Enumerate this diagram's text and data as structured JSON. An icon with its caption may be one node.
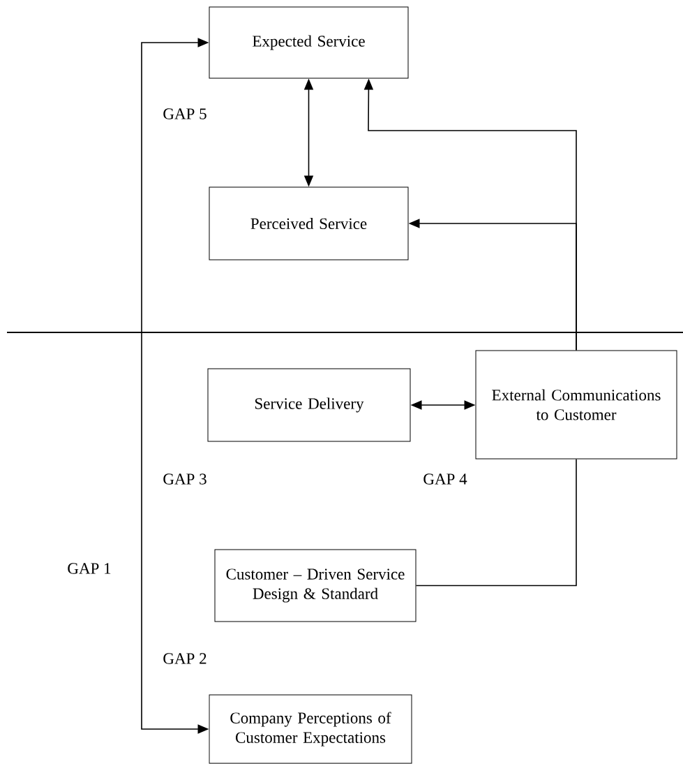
{
  "diagram": {
    "nodes": [
      {
        "text": [
          "Expected Service"
        ]
      },
      {
        "text": [
          "Perceived Service"
        ]
      },
      {
        "text": [
          "Service Delivery"
        ]
      },
      {
        "text": [
          "External Communications to Customer"
        ]
      },
      {
        "text": [
          "Customer – Driven Service Design & Standard"
        ]
      },
      {
        "text": [
          "Company Perceptions of Customer Expectations"
        ]
      }
    ],
    "edges": [
      {
        "from": 0,
        "to": 1,
        "arrow": "both"
      },
      {
        "from": 3,
        "to": 0,
        "arrow": "to"
      },
      {
        "from": 3,
        "to": 1,
        "arrow": "to"
      },
      {
        "from": 2,
        "to": 3,
        "arrow": "both"
      },
      {
        "from": 4,
        "to": 3,
        "arrow": "none"
      },
      {
        "from": 5,
        "to": 0,
        "arrow": "both"
      }
    ],
    "labels": [
      "GAP 5",
      "GAP 3",
      "GAP 4",
      "GAP 1",
      "GAP 2"
    ]
  }
}
